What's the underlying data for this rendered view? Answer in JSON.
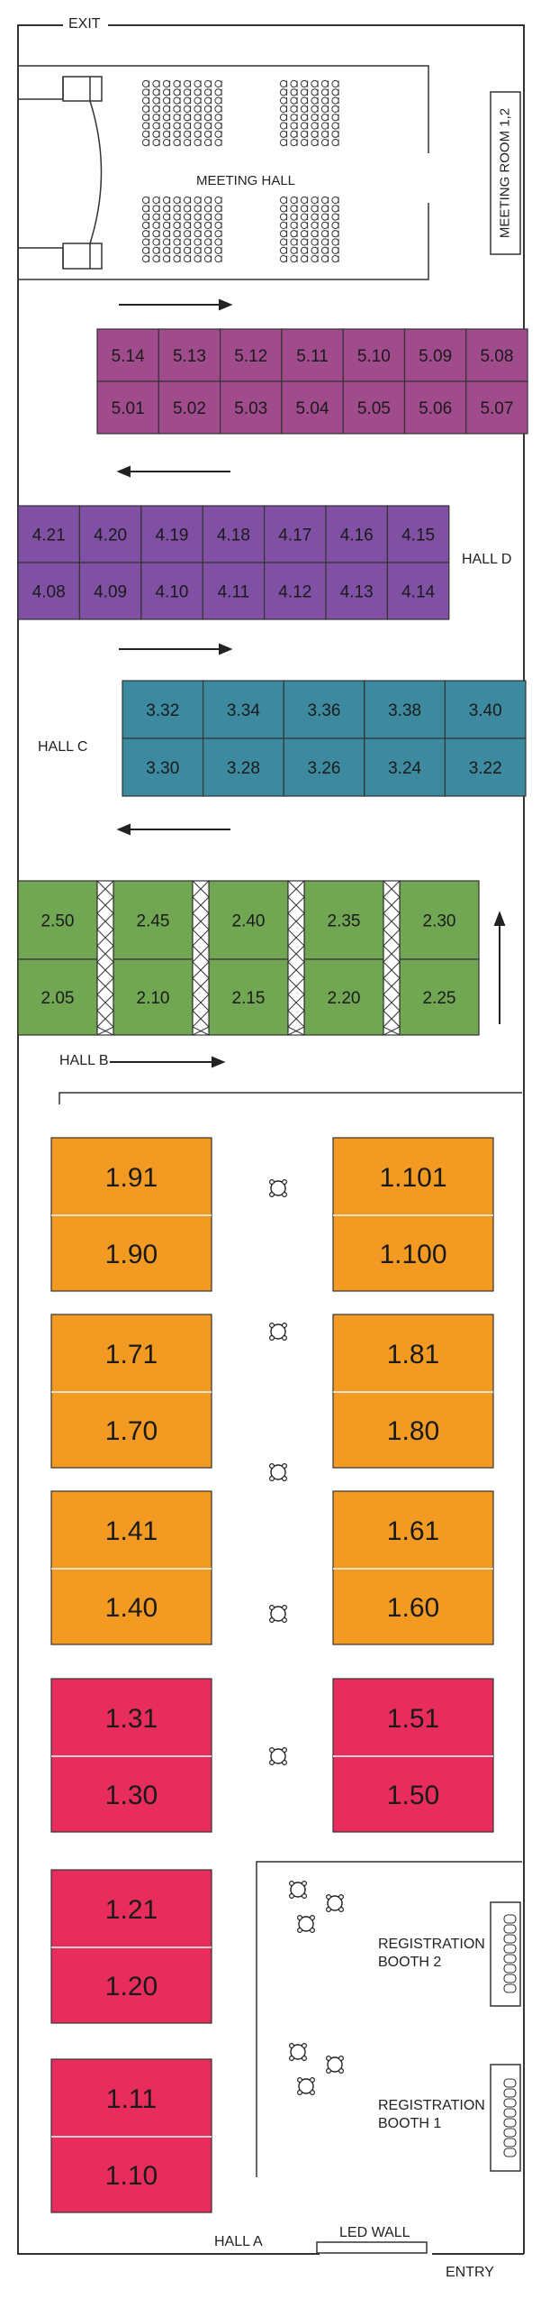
{
  "labels": {
    "exit": "EXIT",
    "entry": "ENTRY",
    "meeting_hall": "MEETING HALL",
    "meeting_room": "MEETING ROOM 1,2",
    "hall_a": "HALL A",
    "hall_b": "HALL B",
    "hall_c": "HALL C",
    "hall_d": "HALL D",
    "led_wall": "LED WALL",
    "reg_booth_2_line1": "REGISTRATION",
    "reg_booth_2_line2": "BOOTH 2",
    "reg_booth_1_line1": "REGISTRATION",
    "reg_booth_1_line2": "BOOTH 1"
  },
  "colors": {
    "hall5": "#a04b8c",
    "hall4": "#7f50a3",
    "hall3": "#3d8aa0",
    "hall2": "#71a653",
    "hall1_orange": "#f39a23",
    "hall1_pink": "#e82d5c",
    "outline": "#333333"
  },
  "halls": {
    "hall5": {
      "top": [
        "5.14",
        "5.13",
        "5.12",
        "5.11",
        "5.10",
        "5.09",
        "5.08"
      ],
      "bottom": [
        "5.01",
        "5.02",
        "5.03",
        "5.04",
        "5.05",
        "5.06",
        "5.07"
      ]
    },
    "hall4": {
      "top": [
        "4.21",
        "4.20",
        "4.19",
        "4.18",
        "4.17",
        "4.16",
        "4.15"
      ],
      "bottom": [
        "4.08",
        "4.09",
        "4.10",
        "4.11",
        "4.12",
        "4.13",
        "4.14"
      ]
    },
    "hall3": {
      "top": [
        "3.32",
        "3.34",
        "3.36",
        "3.38",
        "3.40"
      ],
      "bottom": [
        "3.30",
        "3.28",
        "3.26",
        "3.24",
        "3.22"
      ]
    },
    "hall2": {
      "top": [
        "2.50",
        "2.45",
        "2.40",
        "2.35",
        "2.30"
      ],
      "bottom": [
        "2.05",
        "2.10",
        "2.15",
        "2.20",
        "2.25"
      ]
    },
    "hall1": {
      "left": [
        {
          "top": "1.91",
          "bottom": "1.90",
          "color": "orange"
        },
        {
          "top": "1.71",
          "bottom": "1.70",
          "color": "orange"
        },
        {
          "top": "1.41",
          "bottom": "1.40",
          "color": "orange"
        },
        {
          "top": "1.31",
          "bottom": "1.30",
          "color": "pink"
        },
        {
          "top": "1.21",
          "bottom": "1.20",
          "color": "pink"
        },
        {
          "top": "1.11",
          "bottom": "1.10",
          "color": "pink"
        }
      ],
      "right": [
        {
          "top": "1.101",
          "bottom": "1.100",
          "color": "orange"
        },
        {
          "top": "1.81",
          "bottom": "1.80",
          "color": "orange"
        },
        {
          "top": "1.61",
          "bottom": "1.60",
          "color": "orange"
        },
        {
          "top": "1.51",
          "bottom": "1.50",
          "color": "pink"
        }
      ]
    }
  }
}
